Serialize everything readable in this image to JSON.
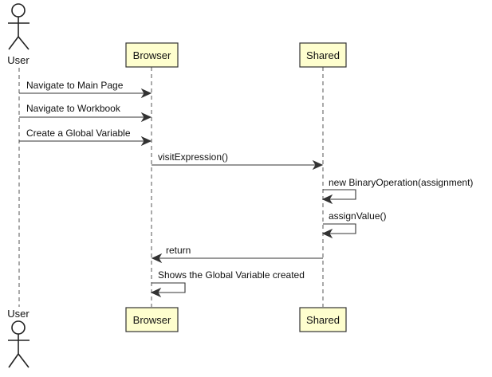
{
  "participants": {
    "user": "User",
    "browser": "Browser",
    "shared": "Shared"
  },
  "messages": [
    {
      "label": "Navigate to Main Page",
      "from": "user",
      "to": "browser"
    },
    {
      "label": "Navigate to Workbook",
      "from": "user",
      "to": "browser"
    },
    {
      "label": "Create a Global Variable",
      "from": "user",
      "to": "browser"
    },
    {
      "label": "visitExpression()",
      "from": "browser",
      "to": "shared"
    },
    {
      "label": "new BinaryOperation(assignment)",
      "from": "shared",
      "to": "shared"
    },
    {
      "label": "assignValue()",
      "from": "shared",
      "to": "shared"
    },
    {
      "label": "return",
      "from": "shared",
      "to": "browser"
    },
    {
      "label": "Shows the Global Variable created",
      "from": "browser",
      "to": "browser"
    }
  ]
}
